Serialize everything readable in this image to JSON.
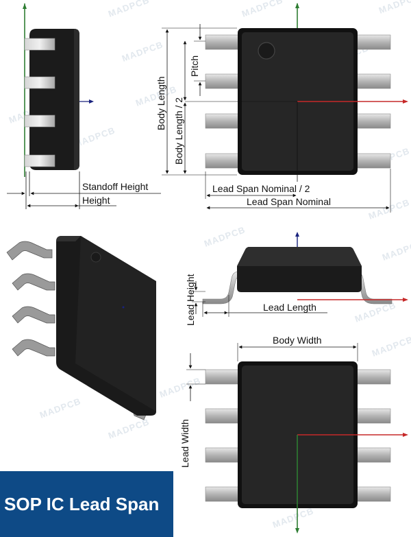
{
  "watermark": "MADPCB",
  "labels": {
    "body_length": "Body Length",
    "body_length_half": "Body Length / 2",
    "pitch": "Pitch",
    "standoff_height": "Standoff Height",
    "height": "Height",
    "lead_span_nominal_half": "Lead Span Nominal / 2",
    "lead_span_nominal": "Lead Span Nominal",
    "lead_height": "Lead Height",
    "lead_length": "Lead Length",
    "body_width": "Body Width",
    "lead_width": "Lead Width"
  },
  "banner_title": "SOP IC Lead Span",
  "colors": {
    "body": "#1c1c1c",
    "lead": "#b9b9b9",
    "axis_x": "#c62828",
    "axis_y": "#2e7d32",
    "axis_z": "#1a237e",
    "banner": "#0e4a86"
  }
}
